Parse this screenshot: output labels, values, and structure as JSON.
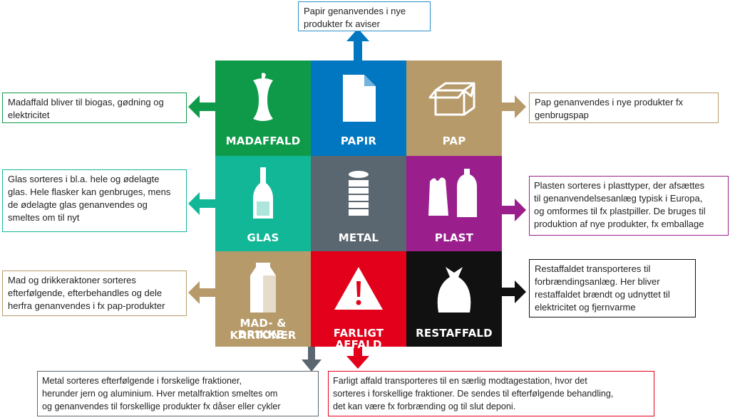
{
  "tiles": {
    "madaffald": {
      "label": "MADAFFALD",
      "color": "#0f9a49",
      "icon": "apple-core-icon"
    },
    "papir": {
      "label": "PAPIR",
      "color": "#0077c0",
      "icon": "paper-sheet-icon"
    },
    "pap": {
      "label": "PAP",
      "color": "#b69a6a",
      "icon": "cardboard-box-icon"
    },
    "glas": {
      "label": "GLAS",
      "color": "#12b798",
      "icon": "bottle-icon"
    },
    "metal": {
      "label": "METAL",
      "color": "#5b6770",
      "icon": "tin-can-icon"
    },
    "plast": {
      "label": "PLAST",
      "color": "#9a1f8c",
      "icon": "plastic-bag-bottle-icon"
    },
    "kartoner": {
      "label_line1": "MAD- & DRIKKE-",
      "label_line2": "KARTONER",
      "color": "#b69a6a",
      "icon": "milk-carton-icon"
    },
    "farligt": {
      "label": "FARLIGT AFFALD",
      "color": "#e2001a",
      "icon": "warning-triangle-icon"
    },
    "restaffald": {
      "label": "RESTAFFALD",
      "color": "#111111",
      "icon": "trash-bag-icon"
    }
  },
  "notes": {
    "papir": {
      "line1": "Papir genanvendes i nye",
      "line2": "produkter fx aviser",
      "color": "#2d8fc9"
    },
    "madaffald": {
      "line1": "Madaffald bliver til biogas, gødning  og",
      "line2": "elektricitet",
      "color": "#0f9a49"
    },
    "pap": {
      "line1": "Pap genanvendes i nye produkter fx",
      "line2": "genbrugspap",
      "color": "#b69a6a"
    },
    "glas": {
      "line1": "Glas sorteres i bl.a. hele og ødelagte",
      "line2": "glas. Hele flasker kan genbruges, mens",
      "line3": "de ødelagte glas genanvendes og",
      "line4": "smeltes om til nyt",
      "color": "#12b798"
    },
    "plast": {
      "line1": "Plasten sorteres i plasttyper, der afsættes",
      "line2": "til genanvendelsesanlæg typisk i Europa,",
      "line3": "og omformes til fx plastpiller. De bruges til",
      "line4": "produktion af nye produkter, fx emballage",
      "color": "#9a1f8c"
    },
    "kartoner": {
      "line1": "Mad og drikkeraktoner sorteres",
      "line2": "efterfølgende, efterbehandles og dele",
      "line3": "herfra genanvendes i fx pap-produkter",
      "color": "#b69a6a"
    },
    "restaffald": {
      "line1": "Restaffaldet transporteres til",
      "line2": "forbrændingsanlæg. Her bliver",
      "line3": "restaffaldet brændt og udnyttet til",
      "line4": "elektricitet og fjernvarme",
      "color": "#111111"
    },
    "metal": {
      "line1": "Metal sorteres efterfølgende i forskelige fraktioner,",
      "line2": "herunder jern og aluminium. Hver metalfraktion smeltes om",
      "line3": "og genanvendes til  forskellige produkter fx dåser eller cykler",
      "color": "#5b6770"
    },
    "farligt": {
      "line1": "Farligt affald transporteres til en særlig modtagestation, hvor det",
      "line2": "sorteres i forskellige fraktioner. De sendes til efterfølgende behandling,",
      "line3": "det kan være fx forbrænding og til slut deponi.",
      "color": "#e2001a"
    }
  }
}
